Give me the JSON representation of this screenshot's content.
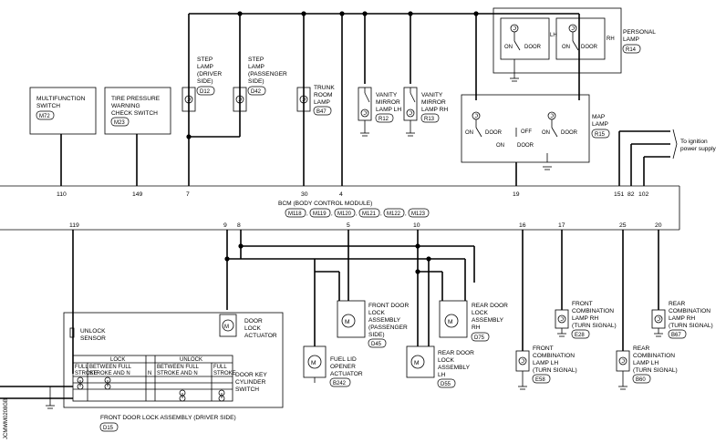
{
  "bcm": {
    "title": "BCM (BODY CONTROL MODULE)",
    "codes": [
      "M118",
      "M119",
      "M120",
      "M121",
      "M122",
      "M123"
    ]
  },
  "components": {
    "multifunction_switch": {
      "lines": [
        "MULTIFUNCTION",
        "SWITCH"
      ],
      "code": "M72"
    },
    "tpms_switch": {
      "lines": [
        "TIRE PRESSURE",
        "WARNING",
        "CHECK SWITCH"
      ],
      "code": "M23"
    },
    "step_lamp_driver": {
      "lines": [
        "STEP",
        "LAMP",
        "(DRIVER",
        "SIDE)"
      ],
      "code": "D12"
    },
    "step_lamp_passenger": {
      "lines": [
        "STEP",
        "LAMP",
        "(PASSENGER",
        "SIDE)"
      ],
      "code": "D42"
    },
    "trunk_room_lamp": {
      "lines": [
        "TRUNK",
        "ROOM",
        "LAMP"
      ],
      "code": "B47"
    },
    "vanity_lh": {
      "lines": [
        "VANITY",
        "MIRROR",
        "LAMP LH"
      ],
      "code": "R12"
    },
    "vanity_rh": {
      "lines": [
        "VANITY",
        "MIRROR",
        "LAMP RH"
      ],
      "code": "R13"
    },
    "personal_lamp": {
      "lines": [
        "PERSONAL",
        "LAMP"
      ],
      "code": "R14",
      "lh": "LH",
      "rh": "RH",
      "on": "ON",
      "door": "DOOR"
    },
    "map_lamp": {
      "lines": [
        "MAP",
        "LAMP"
      ],
      "code": "R15",
      "on": "ON",
      "off": "OFF",
      "door": "DOOR"
    },
    "ignition_note": {
      "lines": [
        "To ignition",
        "power supply"
      ]
    },
    "front_door_psg": {
      "lines": [
        "FRONT DOOR",
        "LOCK",
        "ASSEMBLY",
        "(PASSENGER",
        "SIDE)"
      ],
      "code": "D45"
    },
    "rear_door_rh": {
      "lines": [
        "REAR DOOR",
        "LOCK",
        "ASSEMBLY",
        "RH"
      ],
      "code": "D75"
    },
    "fuel_lid": {
      "lines": [
        "FUEL LID",
        "OPENER",
        "ACTUATOR"
      ],
      "code": "B242"
    },
    "rear_door_lh": {
      "lines": [
        "REAR DOOR",
        "LOCK",
        "ASSEMBLY",
        "LH"
      ],
      "code": "D55"
    },
    "front_combo_rh": {
      "lines": [
        "FRONT",
        "COMBINATION",
        "LAMP RH",
        "(TURN SIGNAL)"
      ],
      "code": "E28"
    },
    "front_combo_lh": {
      "lines": [
        "FRONT",
        "COMBINATION",
        "LAMP LH",
        "(TURN SIGNAL)"
      ],
      "code": "E58"
    },
    "rear_combo_lh": {
      "lines": [
        "REAR",
        "COMBINATION",
        "LAMP LH",
        "(TURN SIGNAL)"
      ],
      "code": "B60"
    },
    "rear_combo_rh": {
      "lines": [
        "REAR",
        "COMBINATION",
        "LAMP RH",
        "(TURN SIGNAL)"
      ],
      "code": "B67"
    },
    "door_lock_actuator": {
      "lines": [
        "DOOR",
        "LOCK",
        "ACTUATOR"
      ]
    },
    "unlock_sensor": {
      "lines": [
        "UNLOCK",
        "SENSOR"
      ]
    },
    "door_key_switch": {
      "lines": [
        "DOOR KEY",
        "CYLINDER",
        "SWITCH"
      ]
    },
    "front_door_driver": {
      "lines": [
        "FRONT DOOR LOCK ASSEMBLY (DRIVER SIDE)"
      ],
      "code": "D15"
    }
  },
  "key_table": {
    "lock": "LOCK",
    "unlock": "UNLOCK",
    "full_stroke": [
      "FULL",
      "STROKE"
    ],
    "between": [
      "BETWEEN FULL",
      "STROKE AND N"
    ],
    "n": "N"
  },
  "pins_top": [
    "110",
    "149",
    "7",
    "30",
    "4",
    "19",
    "151",
    "82",
    "102"
  ],
  "pins_bottom": [
    "119",
    "9",
    "8",
    "5",
    "10",
    "16",
    "17",
    "25",
    "20"
  ],
  "figure_id": "JCMWM0208GB"
}
